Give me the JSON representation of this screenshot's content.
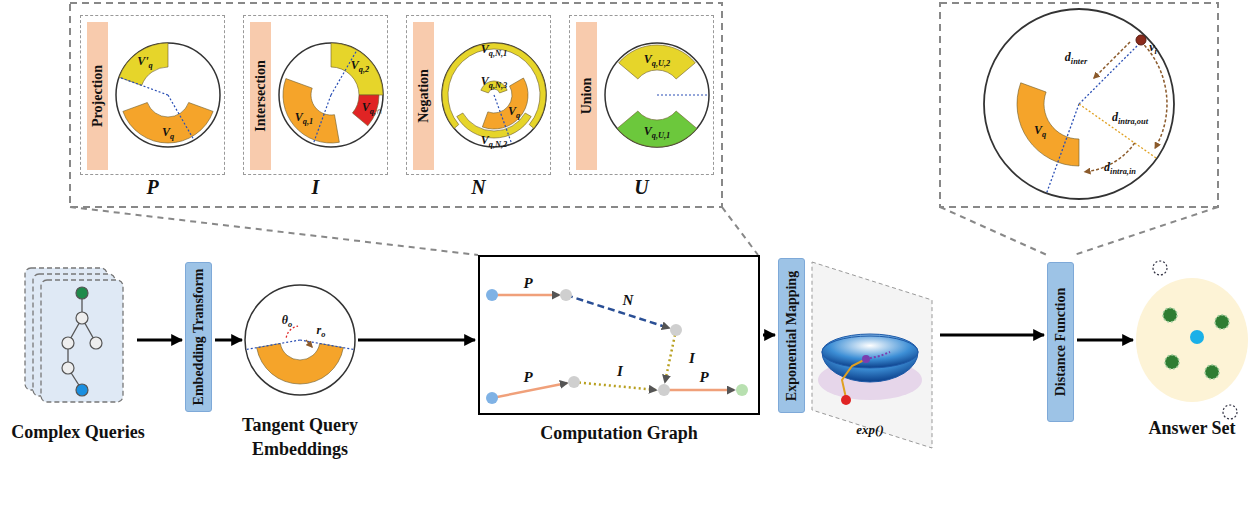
{
  "diagram": {
    "nodes": [
      {
        "text": [
          "P"
        ]
      },
      {
        "text": [
          "Projection"
        ],
        "in": 0
      },
      {
        "text": [
          "I"
        ]
      },
      {
        "text": [
          "Intersection"
        ],
        "in": 2
      },
      {
        "text": [
          "N"
        ]
      },
      {
        "text": [
          "Negation"
        ],
        "in": 4
      },
      {
        "text": [
          "U"
        ]
      },
      {
        "text": [
          "Union"
        ],
        "in": 6
      },
      {
        "text": [
          "Complex Queries"
        ]
      },
      {
        "text": [
          "Embedding Transform"
        ]
      },
      {
        "text": [
          "Tangent Query Embeddings"
        ]
      },
      {
        "text": [
          "Computation Graph"
        ]
      },
      {
        "text": [
          "Exponential Mapping"
        ]
      },
      {
        "text": [
          "Distance Function"
        ]
      },
      {
        "text": [
          "Answer Set"
        ]
      }
    ],
    "edges": [
      {
        "from": 8,
        "to": 9,
        "arrow": "to"
      },
      {
        "from": 9,
        "to": 10,
        "arrow": "to"
      },
      {
        "from": 10,
        "to": 11,
        "arrow": "to"
      },
      {
        "from": 11,
        "to": 12,
        "arrow": "to"
      },
      {
        "from": 12,
        "to": 13,
        "arrow": "to"
      },
      {
        "from": 13,
        "to": 14,
        "arrow": "to"
      }
    ],
    "labels": [
      "V'q",
      "Vq",
      "Vq,2",
      "Vq,∩",
      "Vq,1",
      "Vq,N,1",
      "Vq,N,3",
      "Vq",
      "Vq,N,2",
      "Vq,U,2",
      "Vq,U,1",
      "vi",
      "dinter",
      "dintra,out",
      "dintra,in",
      "Vq",
      "θo",
      "ro",
      "P",
      "N",
      "I",
      "I",
      "P",
      "P",
      "exp()"
    ]
  }
}
